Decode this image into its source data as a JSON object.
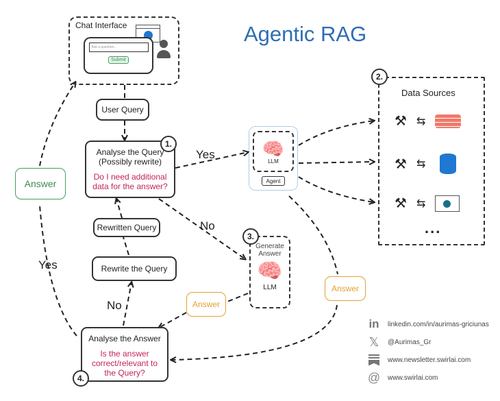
{
  "title": "Agentic RAG",
  "chat_interface": {
    "label": "Chat Interface",
    "input_placeholder": "Ask a question...",
    "submit_label": "Submit",
    "icons": [
      "browser-globe-icon",
      "user-icon"
    ]
  },
  "nodes": {
    "user_query": "User Query",
    "analyse_query": {
      "badge": "1.",
      "title_line1": "Analyse the Query",
      "title_line2": "(Possibly rewrite)",
      "question_line1": "Do I need additional",
      "question_line2": "data for the answer?"
    },
    "agent": {
      "llm_label": "LLM",
      "agent_label": "Agent"
    },
    "data_sources": {
      "badge": "2.",
      "title": "Data Sources",
      "rows": [
        {
          "tool_icon": "tools-icon",
          "sync_icon": "sync-icon",
          "source_icon": "vector-db-icon"
        },
        {
          "tool_icon": "tools-icon",
          "sync_icon": "sync-icon",
          "source_icon": "database-icon"
        },
        {
          "tool_icon": "tools-icon",
          "sync_icon": "sync-icon",
          "source_icon": "web-icon"
        }
      ],
      "more": "..."
    },
    "generate_answer": {
      "badge": "3.",
      "line1": "Generate",
      "line2": "Answer",
      "llm_label": "LLM"
    },
    "rewritten_query": "Rewritten Query",
    "rewrite_query": "Rewrite the Query",
    "analyse_answer": {
      "badge": "4.",
      "title": "Analyse the Answer",
      "question_line1": "Is the answer",
      "question_line2": "correct/relevant to",
      "question_line3": "the Query?"
    },
    "answer_final": "Answer",
    "answer_generate": "Answer",
    "answer_agent": "Answer"
  },
  "edge_labels": {
    "yes_to_agent": "Yes",
    "no_to_generate": "No",
    "yes_to_answer": "Yes",
    "no_to_rewrite": "No"
  },
  "colors": {
    "title": "#2e6db4",
    "question_text": "#c2245a",
    "answer_green": "#3d8a55",
    "answer_orange": "#e4a030",
    "vector_db": "#f07a6a",
    "database": "#1f78d1",
    "agent_outline": "#5a9bd5"
  },
  "footer": {
    "links": [
      {
        "icon": "linkedin-icon",
        "text": "linkedin.com/in/aurimas-griciunas"
      },
      {
        "icon": "x-twitter-icon",
        "text": "@Aurimas_Gr"
      },
      {
        "icon": "newsletter-icon",
        "text": "www.newsletter.swirlai.com"
      },
      {
        "icon": "swirl-logo-icon",
        "text": "www.swirlai.com"
      }
    ]
  }
}
